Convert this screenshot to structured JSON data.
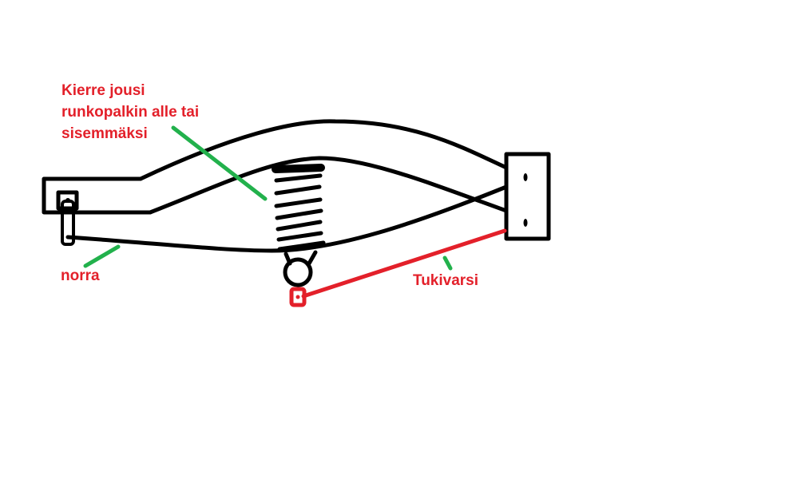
{
  "labels": {
    "coil_spring": "Kierre jousi\nrunkopalkin alle tai\nsisemmäksi",
    "panhard_rod": "norra",
    "support_arm": "Tukivarsi"
  },
  "colors": {
    "ink": "#000000",
    "label": "#e3202a",
    "pointer": "#22b14c",
    "arm": "#e3202a"
  }
}
